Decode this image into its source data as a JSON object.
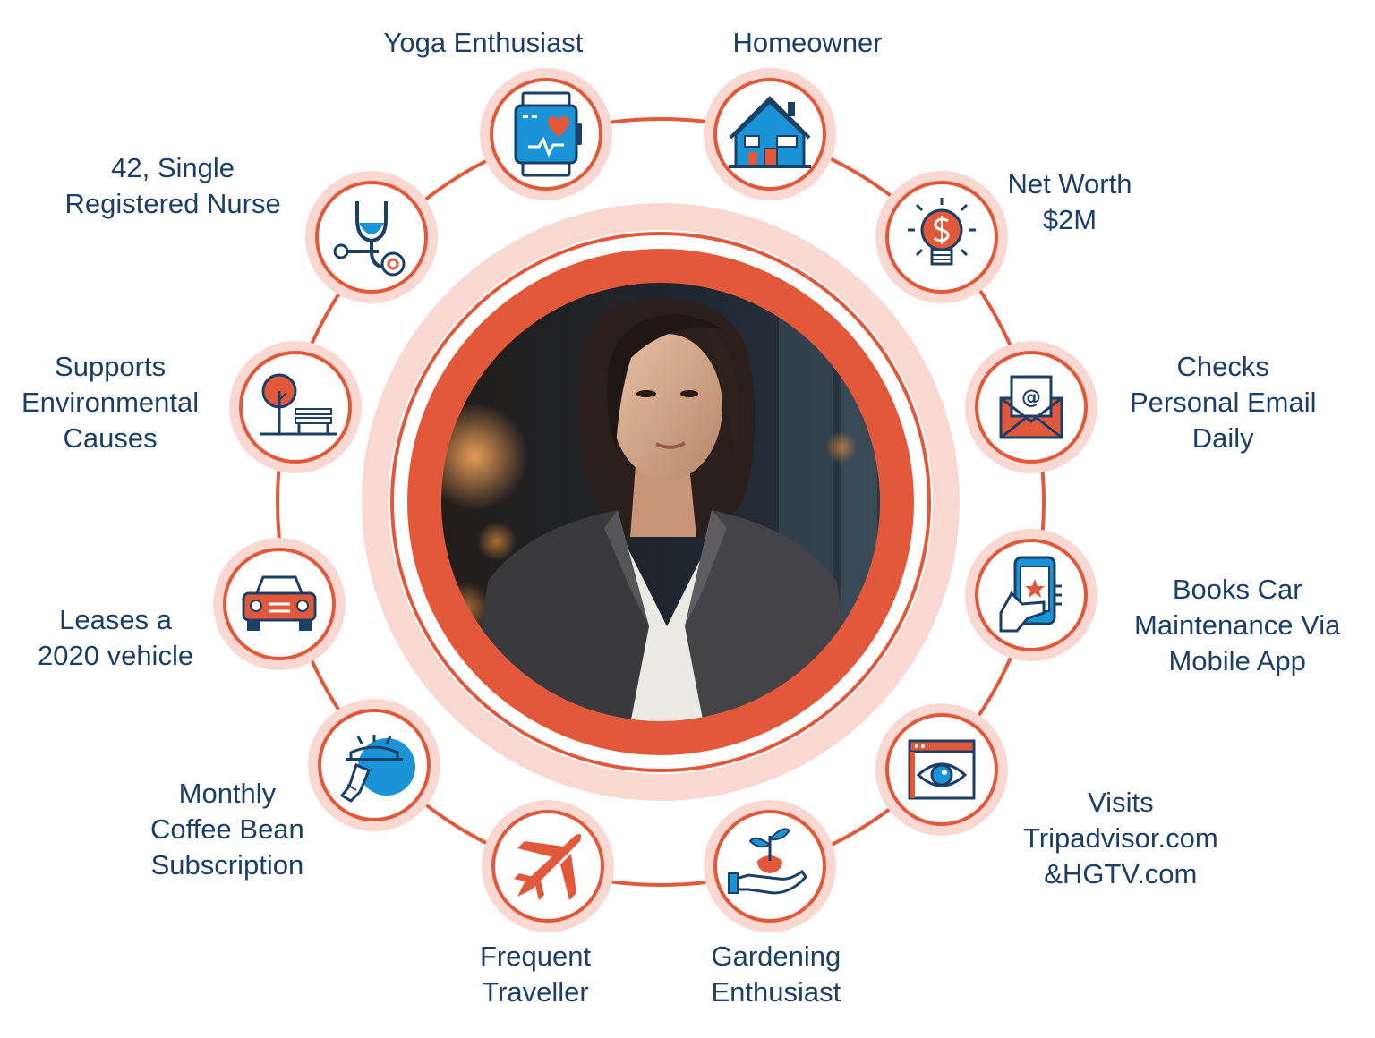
{
  "colors": {
    "accent": "#e2583a",
    "halo": "#f8d8d1",
    "navy": "#1c3f66",
    "blue": "#1a94d6",
    "white": "#ffffff"
  },
  "portrait": {
    "description_icon": "person-portrait"
  },
  "traits": [
    {
      "id": "yoga",
      "icon": "smartwatch-heart-icon",
      "lines": [
        "Yoga Enthusiast"
      ]
    },
    {
      "id": "homeowner",
      "icon": "house-icon",
      "lines": [
        "Homeowner"
      ]
    },
    {
      "id": "networth",
      "icon": "lightbulb-dollar-icon",
      "lines": [
        "Net Worth",
        "$2M"
      ]
    },
    {
      "id": "email",
      "icon": "envelope-at-icon",
      "lines": [
        "Checks",
        "Personal Email",
        "Daily"
      ]
    },
    {
      "id": "carapp",
      "icon": "phone-star-icon",
      "lines": [
        "Books Car",
        "Maintenance Via",
        "Mobile App"
      ]
    },
    {
      "id": "visits",
      "icon": "browser-eye-icon",
      "lines": [
        "Visits",
        "Tripadvisor.com",
        "&HGTV.com"
      ]
    },
    {
      "id": "gardening",
      "icon": "hand-sprout-icon",
      "lines": [
        "Gardening",
        "Enthusiast"
      ]
    },
    {
      "id": "traveller",
      "icon": "airplane-icon",
      "lines": [
        "Frequent",
        "Traveller"
      ]
    },
    {
      "id": "coffee",
      "icon": "serving-tray-icon",
      "lines": [
        "Monthly",
        "Coffee Bean",
        "Subscription"
      ]
    },
    {
      "id": "vehicle",
      "icon": "car-icon",
      "lines": [
        "Leases a",
        "2020 vehicle"
      ]
    },
    {
      "id": "environment",
      "icon": "tree-bench-icon",
      "lines": [
        "Supports",
        "Environmental",
        "Causes"
      ]
    },
    {
      "id": "nurse",
      "icon": "stethoscope-icon",
      "lines": [
        "42, Single",
        "Registered Nurse"
      ]
    }
  ]
}
